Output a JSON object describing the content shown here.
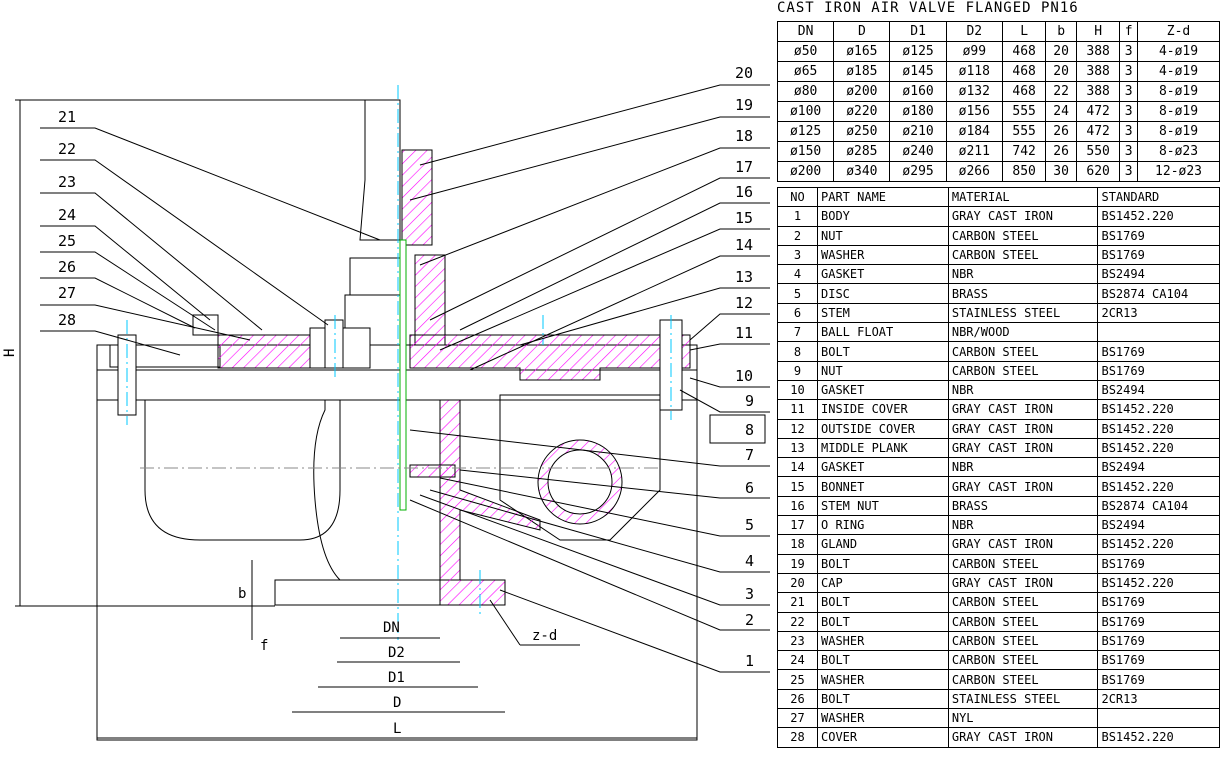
{
  "title": "CAST IRON AIR VALVE FLANGED  PN16",
  "spec_table": {
    "headers": [
      "DN",
      "D",
      "D1",
      "D2",
      "L",
      "b",
      "H",
      "f",
      "Z-d"
    ],
    "rows": [
      [
        "ø50",
        "ø165",
        "ø125",
        "ø99",
        "468",
        "20",
        "388",
        "3",
        "4-ø19"
      ],
      [
        "ø65",
        "ø185",
        "ø145",
        "ø118",
        "468",
        "20",
        "388",
        "3",
        "4-ø19"
      ],
      [
        "ø80",
        "ø200",
        "ø160",
        "ø132",
        "468",
        "22",
        "388",
        "3",
        "8-ø19"
      ],
      [
        "ø100",
        "ø220",
        "ø180",
        "ø156",
        "555",
        "24",
        "472",
        "3",
        "8-ø19"
      ],
      [
        "ø125",
        "ø250",
        "ø210",
        "ø184",
        "555",
        "26",
        "472",
        "3",
        "8-ø19"
      ],
      [
        "ø150",
        "ø285",
        "ø240",
        "ø211",
        "742",
        "26",
        "550",
        "3",
        "8-ø23"
      ],
      [
        "ø200",
        "ø340",
        "ø295",
        "ø266",
        "850",
        "30",
        "620",
        "3",
        "12-ø23"
      ]
    ]
  },
  "parts_table": {
    "headers": [
      "NO",
      "PART NAME",
      "MATERIAL",
      "STANDARD"
    ],
    "rows": [
      [
        "1",
        "BODY",
        "GRAY CAST IRON",
        "BS1452.220"
      ],
      [
        "2",
        "NUT",
        "CARBON STEEL",
        "BS1769"
      ],
      [
        "3",
        "WASHER",
        "CARBON STEEL",
        "BS1769"
      ],
      [
        "4",
        "GASKET",
        "NBR",
        "BS2494"
      ],
      [
        "5",
        "DISC",
        "BRASS",
        "BS2874 CA104"
      ],
      [
        "6",
        "STEM",
        "STAINLESS STEEL",
        "2CR13"
      ],
      [
        "7",
        "BALL FLOAT",
        "NBR/WOOD",
        ""
      ],
      [
        "8",
        "BOLT",
        "CARBON STEEL",
        "BS1769"
      ],
      [
        "9",
        "NUT",
        "CARBON STEEL",
        "BS1769"
      ],
      [
        "10",
        "GASKET",
        "NBR",
        "BS2494"
      ],
      [
        "11",
        "INSIDE COVER",
        "GRAY CAST IRON",
        "BS1452.220"
      ],
      [
        "12",
        "OUTSIDE COVER",
        "GRAY CAST IRON",
        "BS1452.220"
      ],
      [
        "13",
        "MIDDLE PLANK",
        "GRAY CAST IRON",
        "BS1452.220"
      ],
      [
        "14",
        "GASKET",
        "NBR",
        "BS2494"
      ],
      [
        "15",
        "BONNET",
        "GRAY CAST IRON",
        "BS1452.220"
      ],
      [
        "16",
        "STEM NUT",
        "BRASS",
        "BS2874 CA104"
      ],
      [
        "17",
        "O RING",
        "NBR",
        "BS2494"
      ],
      [
        "18",
        "GLAND",
        "GRAY CAST IRON",
        "BS1452.220"
      ],
      [
        "19",
        "BOLT",
        "CARBON STEEL",
        "BS1769"
      ],
      [
        "20",
        "CAP",
        "GRAY CAST IRON",
        "BS1452.220"
      ],
      [
        "21",
        "BOLT",
        "CARBON STEEL",
        "BS1769"
      ],
      [
        "22",
        "BOLT",
        "CARBON STEEL",
        "BS1769"
      ],
      [
        "23",
        "WASHER",
        "CARBON STEEL",
        "BS1769"
      ],
      [
        "24",
        "BOLT",
        "CARBON STEEL",
        "BS1769"
      ],
      [
        "25",
        "WASHER",
        "CARBON STEEL",
        "BS1769"
      ],
      [
        "26",
        "BOLT",
        "STAINLESS STEEL",
        "2CR13"
      ],
      [
        "27",
        "WASHER",
        "NYL",
        ""
      ],
      [
        "28",
        "COVER",
        "GRAY CAST IRON",
        "BS1452.220"
      ]
    ]
  },
  "drawing": {
    "left_callouts": [
      "21",
      "22",
      "23",
      "24",
      "25",
      "26",
      "27",
      "28"
    ],
    "right_callouts": [
      "20",
      "19",
      "18",
      "17",
      "16",
      "15",
      "14",
      "13",
      "12",
      "11",
      "10",
      "9",
      "8",
      "7",
      "6",
      "5",
      "4",
      "3",
      "2",
      "1"
    ],
    "dims": {
      "H": "H",
      "b": "b",
      "f": "f",
      "DN": "DN",
      "D2": "D2",
      "D1": "D1",
      "D": "D",
      "L": "L",
      "zd": "z-d"
    },
    "colors": {
      "hatch": "#ff00ff",
      "center": "#00c8ff",
      "green": "#00b000"
    }
  }
}
